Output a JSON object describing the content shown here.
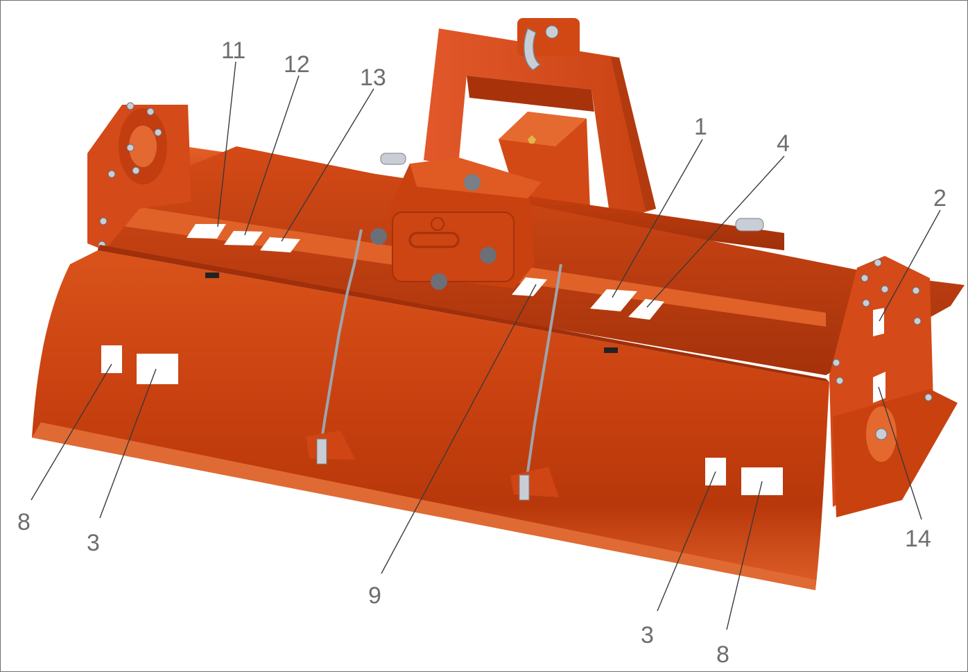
{
  "diagram": {
    "subject": "rotary-tiller",
    "colors": {
      "body": "#cf4413",
      "body_dark": "#a8330b",
      "body_light": "#e8642b",
      "decal": "#ffffff",
      "label_text": "#6d6d6d",
      "leader_line": "#3a3a3a",
      "border": "#6e6e6e"
    },
    "callouts": [
      {
        "id": "c11",
        "text": "11"
      },
      {
        "id": "c12",
        "text": "12"
      },
      {
        "id": "c13",
        "text": "13"
      },
      {
        "id": "c1",
        "text": "1"
      },
      {
        "id": "c4",
        "text": "4"
      },
      {
        "id": "c2",
        "text": "2"
      },
      {
        "id": "c8a",
        "text": "8"
      },
      {
        "id": "c3a",
        "text": "3"
      },
      {
        "id": "c9",
        "text": "9"
      },
      {
        "id": "c3b",
        "text": "3"
      },
      {
        "id": "c8b",
        "text": "8"
      },
      {
        "id": "c14",
        "text": "14"
      }
    ]
  }
}
